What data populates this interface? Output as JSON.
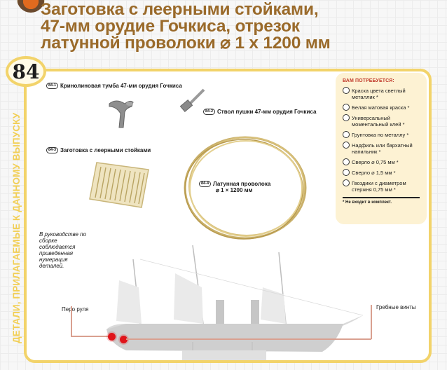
{
  "header": {
    "title_lines": [
      "Заготовка с леерными стойками,",
      "47-мм орудие Гочкиса, отрезок",
      "латунной проволоки ⌀ 1 х 1200 мм"
    ],
    "issue_number": "84"
  },
  "side_label": "ДЕТАЛИ, ПРИЛАГАЕМЫЕ К ДАННОМУ ВЫПУСКУ",
  "parts": [
    {
      "num": "84-1",
      "label": "Кринолиновая тумба 47-мм орудия Гочкиса"
    },
    {
      "num": "84-2",
      "label": "Ствол пушки 47-мм орудия Гочкиса"
    },
    {
      "num": "84-3",
      "label": "Заготовка с леерными стойками"
    },
    {
      "num": "84-4",
      "label": "Латунная проволока",
      "label2": "⌀ 1 × 1200 мм"
    }
  ],
  "needs": {
    "title": "ВАМ ПОТРЕБУЕТСЯ:",
    "items": [
      "Краска цвета светлый металлик *",
      "Белая матовая краска *",
      "Универсальный моментальный клей *",
      "Грунтовка по металлу *",
      "Надфиль или бархатный напильник *",
      "Сверло ⌀ 0,75 мм *",
      "Сверло ⌀ 1,5 мм *",
      "Гвоздики с диаметром стержня 0,75 мм *"
    ],
    "footnote": "* Не входит в комплект."
  },
  "note": "В руководстве по сборке соблюдается приведенная нумерация деталей.",
  "callouts": {
    "rudder": "Перо руля",
    "propellers": "Гребные винты"
  },
  "colors": {
    "title": "#9a6a2a",
    "frame": "#f2d36a",
    "side_label": "#f2cf55",
    "needs_bg": "#fdf2d3",
    "needs_title": "#c0392b",
    "marker": "#e0141a"
  }
}
